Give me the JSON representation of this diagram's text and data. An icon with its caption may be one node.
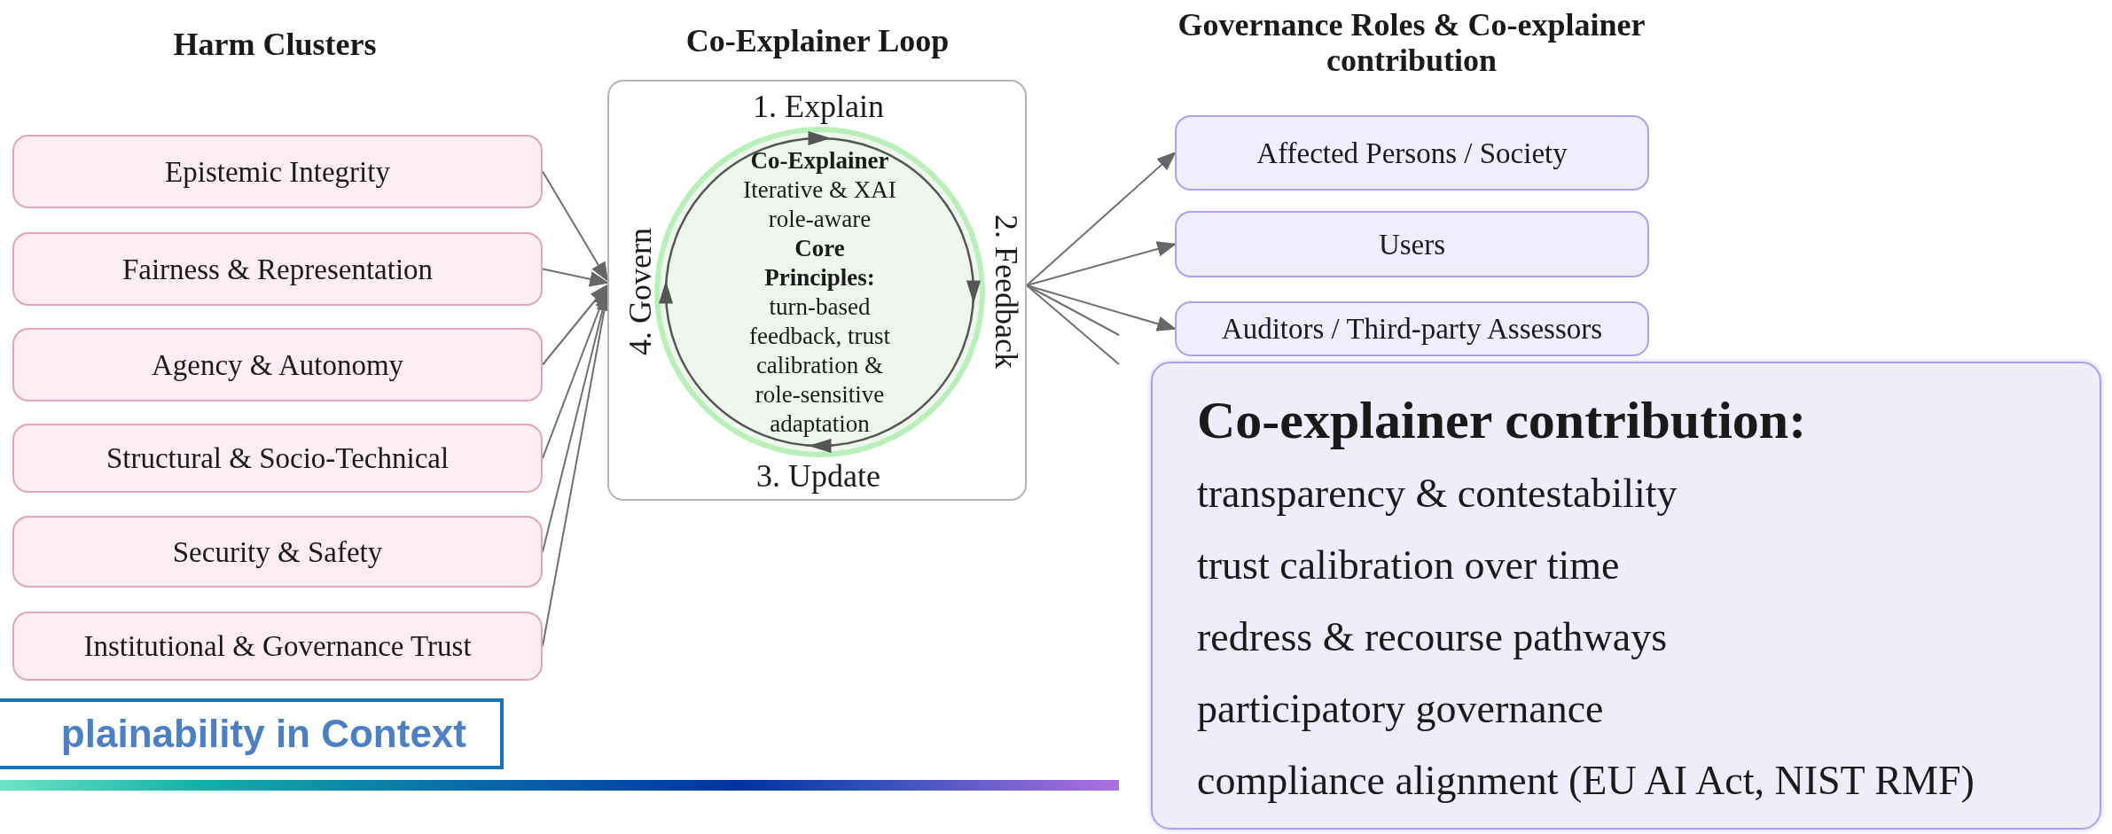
{
  "diagram": {
    "nodes": [
      {
        "text": [
          "Epistemic Integrity"
        ]
      },
      {
        "text": [
          "Fairness & Representation"
        ]
      },
      {
        "text": [
          "Agency & Autonomy"
        ]
      },
      {
        "text": [
          "Structural & Socio-Technical"
        ]
      },
      {
        "text": [
          "Security & Safety"
        ]
      },
      {
        "text": [
          "Institutional & Governance Trust"
        ]
      },
      {
        "text": [
          "1. Explain",
          "2. Feedback",
          "3. Update",
          "4. Govern"
        ]
      },
      {
        "text": [
          "Co-Explainer",
          "Iterative & XAI role-aware",
          "Core Principles:",
          "turn-based feedback, trust calibration & role-sensitive adaptation"
        ],
        "in": 6
      },
      {
        "text": [
          "Affected Persons / Society"
        ]
      },
      {
        "text": [
          "Users"
        ]
      },
      {
        "text": [
          "Auditors / Third-party Assessors"
        ]
      },
      {
        "text": [
          "Co-explainer contribution:",
          "transparency & contestability",
          "trust calibration over time",
          "redress & recourse pathways",
          "participatory governance",
          "compliance alignment (EU AI Act, NIST RMF)"
        ]
      },
      {
        "text": [
          "plainability in Context"
        ]
      }
    ],
    "edges": [
      {
        "from": 0,
        "to": 6,
        "arrow": "to"
      },
      {
        "from": 1,
        "to": 6,
        "arrow": "to"
      },
      {
        "from": 2,
        "to": 6,
        "arrow": "to"
      },
      {
        "from": 3,
        "to": 6,
        "arrow": "to"
      },
      {
        "from": 4,
        "to": 6,
        "arrow": "to"
      },
      {
        "from": 5,
        "to": 6,
        "arrow": "to"
      },
      {
        "from": 6,
        "to": 8,
        "arrow": "to"
      },
      {
        "from": 6,
        "to": 9,
        "arrow": "to"
      },
      {
        "from": 6,
        "to": 10,
        "arrow": "to"
      },
      {
        "from": 6,
        "to": null,
        "arrow": "none"
      },
      {
        "from": 6,
        "to": null,
        "arrow": "none"
      }
    ],
    "labels": [
      "Harm Clusters",
      "Co-Explainer Loop",
      "Governance Roles & Co-explainer contribution"
    ]
  }
}
